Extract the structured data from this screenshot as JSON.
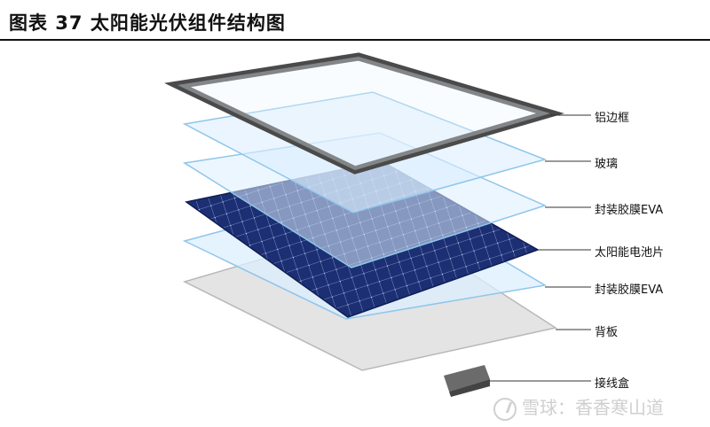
{
  "title": "图表 37  太阳能光伏组件结构图",
  "layers": [
    {
      "key": "frame",
      "label": "铝边框"
    },
    {
      "key": "glass",
      "label": "玻璃"
    },
    {
      "key": "eva_top",
      "label": "封装胶膜EVA"
    },
    {
      "key": "cells",
      "label": "太阳能电池片"
    },
    {
      "key": "eva_bottom",
      "label": "封装胶膜EVA"
    },
    {
      "key": "backsheet",
      "label": "背板"
    },
    {
      "key": "junction_box",
      "label": "接线盒"
    }
  ],
  "watermark": "雪球：香香寒山道",
  "colors": {
    "frame": "#4a4a4a",
    "glass_fill": "#dbeefa",
    "glass_edge": "#8fc6ea",
    "cell_dark": "#1d2f73",
    "cell_grid": "#9fb2dd",
    "backsheet": "#e2e2e2",
    "junction_box": "#6b6b6b"
  }
}
